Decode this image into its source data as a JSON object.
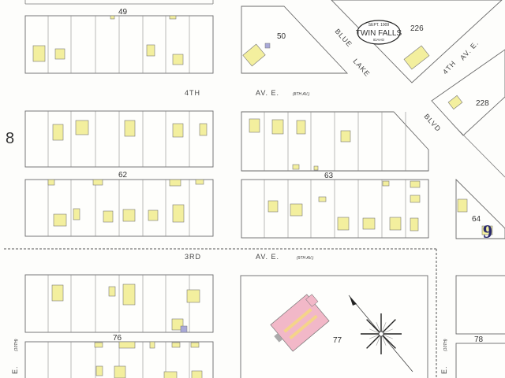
{
  "title_cartouche": {
    "date": "SEPT. 1909",
    "city": "TWIN FALLS",
    "state": "IDAHO"
  },
  "sheet_numbers": {
    "left": "8",
    "right": "9"
  },
  "block_numbers": {
    "b49": "49",
    "b50": "50",
    "b226": "226",
    "b228": "228",
    "b62": "62",
    "b63": "63",
    "b64": "64",
    "b76": "76",
    "b77": "77",
    "b78": "78"
  },
  "streets": {
    "fourth_ordinal": "4TH",
    "fourth_name": "AV. E.",
    "fourth_old": "(8TH AV.)",
    "third_ordinal": "3RD",
    "third_name": "AV. E.",
    "third_old": "(9TH AV.)",
    "blue": "BLUE",
    "lake": "LAKE",
    "blvd": "BLVD",
    "diag_fourth": "4TH",
    "diag_av": "AV. E.",
    "e_left": "E.",
    "e_left_old": "(10TH)",
    "e_right": "E.",
    "e_right_old": "(10TH)"
  },
  "colors": {
    "dwelling": "#f3ef9e",
    "brick": "#f2b8c8",
    "stone": "#a9a9d8",
    "sheet_number": "#2a2a6e"
  },
  "compass": "north-arrow-compass-rose"
}
